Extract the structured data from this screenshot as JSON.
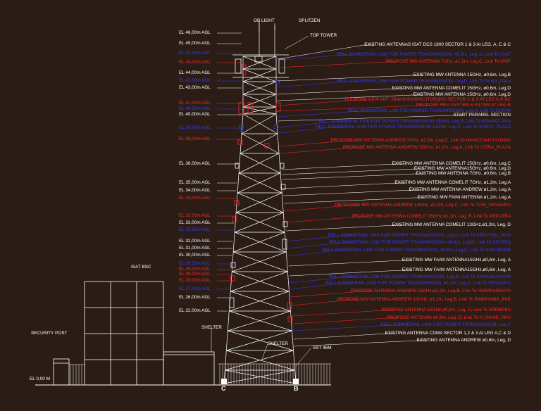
{
  "colors": {
    "background": "#2b1d16",
    "existing": "#ffffff",
    "proposed": "#ff2626",
    "other": "#2f3cff"
  },
  "top": {
    "ob_light": "OB LIGHT",
    "splitzen": "SPLITZEN",
    "top_tower": "TOP TOWER"
  },
  "elevations": [
    {
      "text": "EL 46,00m AGL",
      "color": "white"
    },
    {
      "text": "EL 45,00m AGL",
      "color": "white"
    },
    {
      "text": "EL 44,50m AGL",
      "color": "blue"
    },
    {
      "text": "EL 44,00m AGL",
      "color": "red"
    },
    {
      "text": "EL 44,00m AGL",
      "color": "white"
    },
    {
      "text": "EL 43,50m AGL",
      "color": "blue"
    },
    {
      "text": "EL 43,00m AGL",
      "color": "white"
    },
    {
      "text": "EL 41,00m AGL",
      "color": "red"
    },
    {
      "text": "EL 40,50m AGL",
      "color": "blue"
    },
    {
      "text": "EL 40,00m AGL",
      "color": "white"
    },
    {
      "text": "EL 39,00m AGL",
      "color": "blue"
    },
    {
      "text": "EL 38,00m AGL",
      "color": "red"
    },
    {
      "text": "EL 36,00m AGL",
      "color": "white"
    },
    {
      "text": "EL 35,00m AGL",
      "color": "white"
    },
    {
      "text": "EL 34,00m AGL",
      "color": "white"
    },
    {
      "text": "EL 34,00m AGL",
      "color": "red"
    },
    {
      "text": "EL 33,00m AGL",
      "color": "red"
    },
    {
      "text": "EL 33,00m AGL",
      "color": "white"
    },
    {
      "text": "EL 32,50m AGL",
      "color": "blue"
    },
    {
      "text": "EL 32,00m AGL",
      "color": "white"
    },
    {
      "text": "EL 31,00m AGL",
      "color": "white"
    },
    {
      "text": "EL 30,00m AGL",
      "color": "white"
    },
    {
      "text": "EL 29,50m AGL",
      "color": "blue"
    },
    {
      "text": "EL 29,00m AGL",
      "color": "red"
    },
    {
      "text": "EL 29,00m AGL",
      "color": "red"
    },
    {
      "text": "EL 28,00m AGL",
      "color": "red"
    },
    {
      "text": "EL 27,00m AGL",
      "color": "blue"
    },
    {
      "text": "EL 26,00m AGL",
      "color": "white"
    },
    {
      "text": "EL 22,00m AGL",
      "color": "white"
    }
  ],
  "annotations": [
    {
      "text": "EXISTING ANTENNAS ISAT DCS 1800 SECTOR 1 & 3 At LEG, A, C & C",
      "color": "white"
    },
    {
      "text": "RELL SOMMER/ML LINK FOR POWER TRANSMISSION, 45,3m, Leg, A, Link To UNIT",
      "color": "blue"
    },
    {
      "text": "PROPOSE MW ANTENNA 7GHz, ø1,2m, Leg,C, Link To UNIT",
      "color": "red"
    },
    {
      "text": "EXISTING MW ANTENNA 15GHz, ø0,6m, Leg,B",
      "color": "white"
    },
    {
      "text": "RELL SOMMER/ML LINK FOR POWER TRANSMISSION, Leg,D, Link To Surya_Plaza",
      "color": "blue"
    },
    {
      "text": "EXISTING MW ANTENNA COMELIT 15GHz, ø0,6m, Leg,D",
      "color": "white"
    },
    {
      "text": "EXISTING MW ANTENNA 15GHz, ø0,6m, Leg,D",
      "color": "white"
    },
    {
      "text": "PROPOSE NEW ANT. 3BAND INVRACSTOR@IG SECTOR C & 3 AT LEG A,B &C",
      "color": "red"
    },
    {
      "text": "PROPOSE RRU SYSTEM & FILTER AT LEG B",
      "color": "red"
    },
    {
      "text": "RELL SOMMER/ML LINK FOR POWER TRANSMISSION, Leg,A, Link To SURYA",
      "color": "blue"
    },
    {
      "text": "START PARAREL SECTION",
      "color": "white"
    },
    {
      "text": "RELL SOMMER/ML LINK FOR POWER TRANSMISSION 15GHz, Leg,B, Link To KRAMATJAYA",
      "color": "blue"
    },
    {
      "text": "RELL SOMMER/ML LINK FOR POWER TRANSMISSION 15GHz, Leg,C, Link To SURYA_PLAZA",
      "color": "blue"
    },
    {
      "text": "PROPOSE MW ANTENNA ANDREW 7GHz, ø1,2m, Leg,C, Link To HANGTUAH KUJANG",
      "color": "red"
    },
    {
      "text": "PROPOSE MW ANTENNA ANDREW 15GHz, ø1,2m, Leg,A, Link To CITRA_PLAZA",
      "color": "red"
    },
    {
      "text": "EXISTING MW ANTENNA COMELIT 15GHz, ø0,6m, Leg,C",
      "color": "white"
    },
    {
      "text": "EXISTING MW ANTENNA15GHz, ø0,6m, Leg,D",
      "color": "white"
    },
    {
      "text": "EXISTING MW ANTENNA 7GHz, ø0,6m, Leg,B",
      "color": "white"
    },
    {
      "text": "EXISTING MW ANTENNA COMELIT 7GHz, ø1,2m, Leg,A",
      "color": "white"
    },
    {
      "text": "EXISTING MW ANTENNA ANDREW ø1,2m, Leg,A",
      "color": "white"
    },
    {
      "text": "EXISTING MW FAINI ANTENNA ø1,2m, Leg,A",
      "color": "white"
    },
    {
      "text": "PROPOSED MW ANTENNA ANDREW 13GHz, ø1,2m, Leg,C, Link To TVRI_PENGARU",
      "color": "red"
    },
    {
      "text": "PROPOSE MW ANTENNA COMELIT 15GHz,ø1,2m, Leg, B, Link To PEPUTRA",
      "color": "red"
    },
    {
      "text": "EXISTING MW ANTENNA COMELIT 13GHz,ø1,2m, Leg, D",
      "color": "white"
    },
    {
      "text": "RELL SOMMER/ML LINK FOR POWER TRANSMISSION, Leg,C, Link To PEPUTRA_JAYA",
      "color": "blue"
    },
    {
      "text": "RELL SOMMER/ML LINK FOR POWER TRANSMISSION, ø0,6m, Leg,D, Link To SENTRA",
      "color": "blue"
    },
    {
      "text": "RELL SOMMER/ML LINK FOR POWER TRANSMISSION, ø0,6m, Leg,C, Link To SUKARAME",
      "color": "blue"
    },
    {
      "text": "EXISTING MW FAINI ANTENNA15GHz,ø0,6m, Leg, A",
      "color": "white"
    },
    {
      "text": "EXISTING MW FAINI ANTENNA15GHz,ø0,6m, Leg, A",
      "color": "white"
    },
    {
      "text": "RELL SOMMER/ML LINK FOR POWER TRANSMISSION, Leg,B, Link To KARANGANYAR",
      "color": "blue"
    },
    {
      "text": "RELL SOMMER/ML LINK FOR POWER TRANSMISSION, ø1,2m, Leg,A, Link To PENGARU",
      "color": "blue"
    },
    {
      "text": "PROPOSE ANTENNA ANDREW 15GHz,ø1,2m, Leg,B, Link To HARAPANRAYA",
      "color": "red"
    },
    {
      "text": "PROPOSE MW ANTENNA ANDREW 13GHz, ø1,2m, Leg,B, Link To RAMAYANA_PKB",
      "color": "red"
    },
    {
      "text": "PROPOSE ANTENNA 15GHz,ø0,6m, Leg, D, Link To ARENGKA",
      "color": "red"
    },
    {
      "text": "PROPOSE ANTENNA ø0,6m, Leg, D, Link To H_SAHID_PKU",
      "color": "red"
    },
    {
      "text": "RELL SOMMER/ML LINK FOR POWER TRANSMISSION, Leg,C",
      "color": "blue"
    },
    {
      "text": "EXISTING ANTENNA CDMA SECTOR 1,2 & 3 At LEG A,C & D",
      "color": "white"
    },
    {
      "text": "EXISTING ANTENNA ANDREW ø0,6m, Leg, D",
      "color": "white"
    }
  ],
  "ground": {
    "building": "ISAT BSC",
    "security_post": "SECURITY POST",
    "shelter_left": "SHELTER",
    "shelter_right": "SHELTER",
    "tower_type": "SST 46M",
    "el0": "EL 0,00 M",
    "leg_c": "C",
    "leg_b": "B"
  }
}
